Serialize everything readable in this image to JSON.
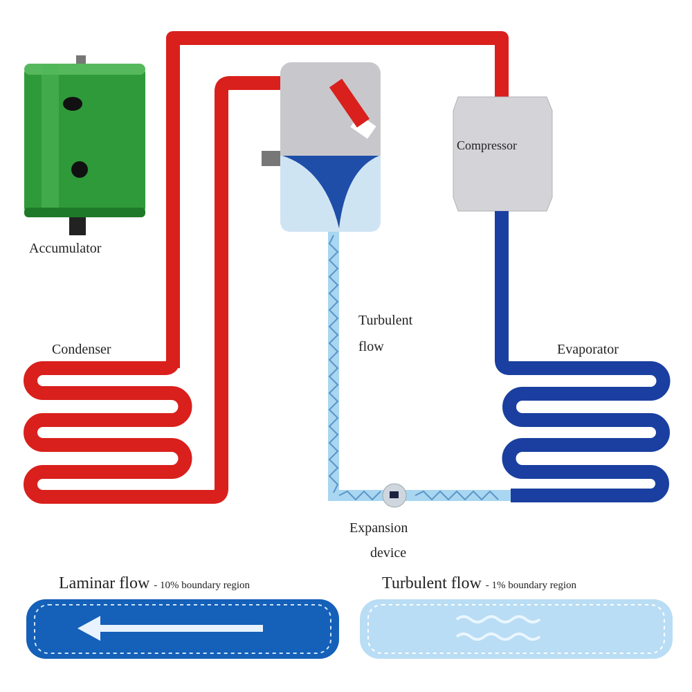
{
  "labels": {
    "accumulator": "Accumulator",
    "compressor": "Compressor",
    "condenser": "Condenser",
    "evaporator": "Evaporator",
    "turbulent_flow_line1": "Turbulent",
    "turbulent_flow_line2": "flow",
    "expansion_line1": "Expansion",
    "expansion_line2": "device"
  },
  "legend": {
    "laminar_title": "Laminar flow",
    "laminar_note": "- 10% boundary region",
    "turbulent_title": "Turbulent flow",
    "turbulent_note": "- 1% boundary region"
  },
  "colors": {
    "hot_pipe": "#d9201c",
    "cold_pipe": "#1a3fa0",
    "liquid_line": "#a9d6f0",
    "accumulator": "#2f9a3a",
    "compressor": "#d4d4d8",
    "laminar_bar": "#1560b8",
    "turbulent_bar": "#b9ddf4"
  }
}
